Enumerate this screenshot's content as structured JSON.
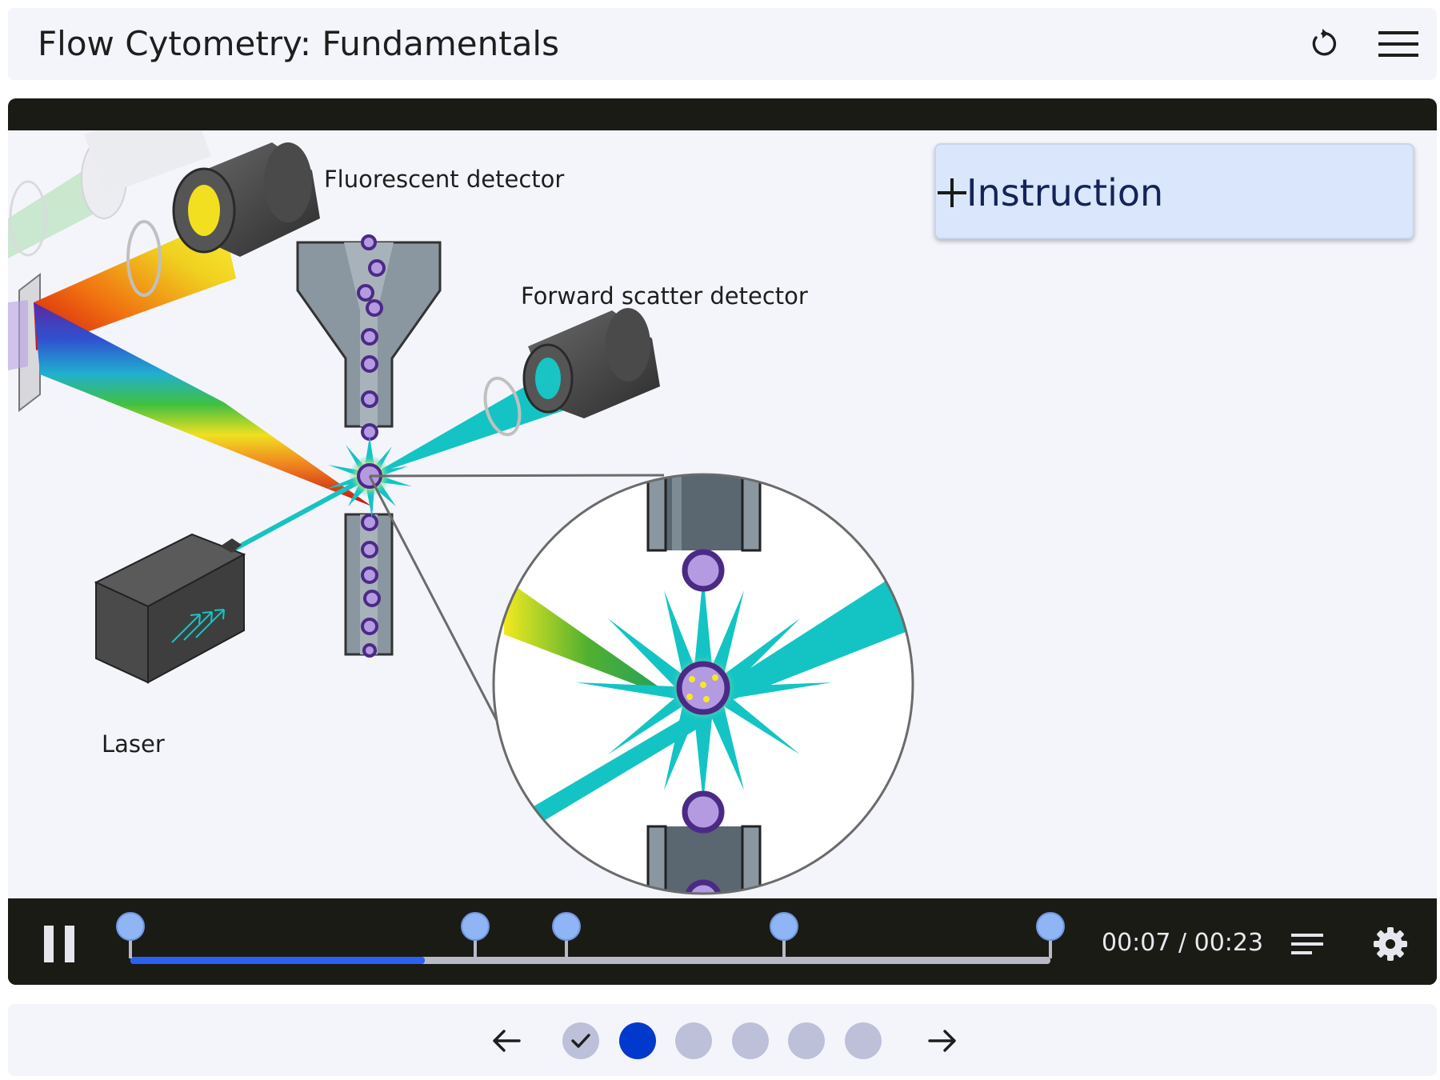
{
  "header": {
    "title": "Flow Cytometry: Fundamentals",
    "restart_icon": "restart-icon",
    "menu_icon": "menu-icon"
  },
  "stage": {
    "labels": {
      "fluorescent_detector": "Fluorescent detector",
      "forward_scatter_detector": "Forward scatter detector",
      "laser": "Laser"
    }
  },
  "instruction": {
    "label": "Instruction",
    "icon": "plus-icon"
  },
  "player": {
    "state": "playing",
    "time_display": "00:07 / 00:23",
    "progress": 0.32,
    "chapter_markers": [
      0.0,
      0.375,
      0.474,
      0.71,
      1.0
    ],
    "icons": {
      "pause": "pause-icon",
      "transcript": "transcript-icon",
      "settings": "gear-icon"
    }
  },
  "pager": {
    "prev_icon": "arrow-left-icon",
    "next_icon": "arrow-right-icon",
    "pages": [
      {
        "state": "completed"
      },
      {
        "state": "current"
      },
      {
        "state": "pending"
      },
      {
        "state": "pending"
      },
      {
        "state": "pending"
      },
      {
        "state": "pending"
      }
    ]
  },
  "colors": {
    "accent": "#0039cc",
    "progress": "#2b60f0",
    "marker": "#8fb5f5",
    "player_bg": "#1b1b15",
    "panel_bg": "#f4f5fb",
    "instruction_bg": "#d9e6fb",
    "cyan_beam": "#14c4c4",
    "cell": "#7b4fb0"
  }
}
